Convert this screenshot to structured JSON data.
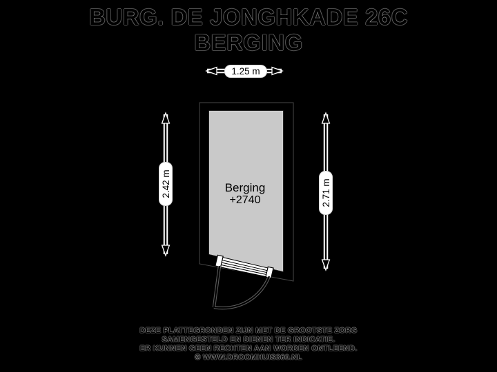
{
  "title": {
    "line1": "BURG. DE JONGHKADE 26C",
    "line2": "BERGING"
  },
  "plan": {
    "room": {
      "name": "Berging",
      "level": "+2740"
    },
    "dimensions": {
      "width_top": "1.25 m",
      "height_left": "2.42 m",
      "height_right": "2.71 m"
    }
  },
  "footer": {
    "lines": [
      "DEZE PLATTEGRONDEN ZIJN MET DE GROOTSTE ZORG",
      "SAMENGESTELD EN DIENEN TER INDICATIE.",
      "ER KUNNEN GEEN RECHTEN AAN WORDEN ONTLEEND.",
      "© WWW.DROOMHUIS360.NL"
    ]
  },
  "colors": {
    "background": "#000000",
    "wall": "#000000",
    "floor": "#c9c9c9",
    "label_background": "#ffffff",
    "text": "#000000",
    "dimension_casing": "#ffffff"
  }
}
